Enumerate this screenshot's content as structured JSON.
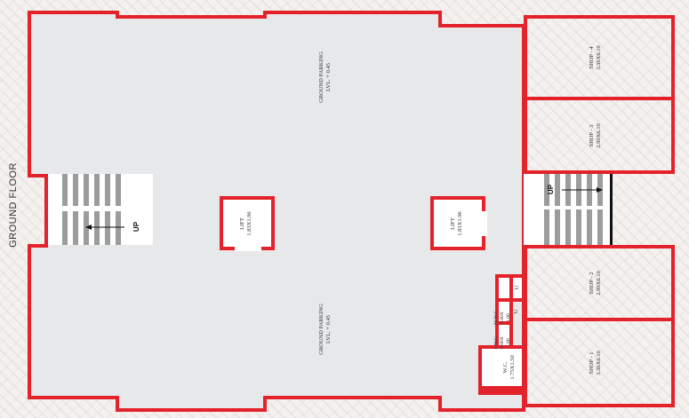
{
  "floor_title": "GROUND FLOOR",
  "parking": [
    {
      "name": "GROUND PARKING",
      "level": "LVL. + 0.45"
    },
    {
      "name": "GROUND PARKING",
      "level": "LVL. + 0.45"
    }
  ],
  "lifts": [
    {
      "name": "LIFT",
      "size": "1.83X1.96"
    },
    {
      "name": "LIFT",
      "size": "1.83X1.96"
    }
  ],
  "shops": [
    {
      "name": "SHOP - 4",
      "size": "3.36X6.10"
    },
    {
      "name": "SHOP - 3",
      "size": "2.90X6.10"
    },
    {
      "name": "SHOP - 2",
      "size": "2.90X6.10"
    },
    {
      "name": "SHOP - 1",
      "size": "3.36X6.10"
    }
  ],
  "toilets": {
    "u1": "U",
    "u2": "U",
    "mwc": {
      "name": "M.W.C",
      "size1": "0.80X",
      "size2": "1.00"
    },
    "fwc": {
      "name": "F.W.C.",
      "size1": "0.80X",
      "size2": "1.00"
    },
    "wc": {
      "name": "W.C.",
      "size": "1.75X1.50"
    }
  },
  "stairs": {
    "label_left": "UP",
    "label_right": "UP"
  },
  "colors": {
    "wall": "#e3222b",
    "floor": "#e7e8ea",
    "stair": "#9b9c9e"
  }
}
